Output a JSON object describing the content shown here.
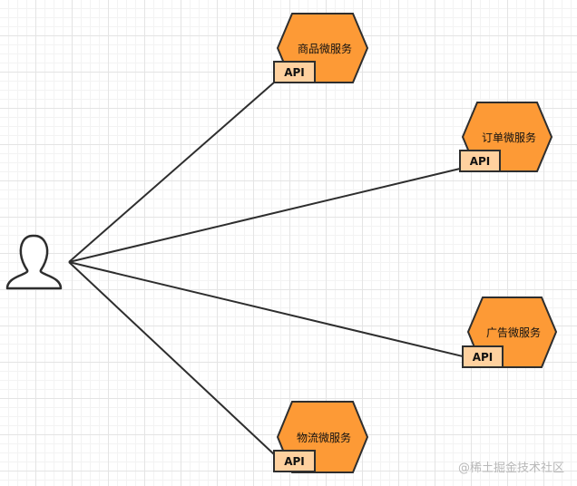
{
  "colors": {
    "service_fill": "#fd9a36",
    "api_fill": "#ffd19f",
    "stroke": "#2e2e2e",
    "connector": "#2e2e2e"
  },
  "user": {
    "icon": "user-icon"
  },
  "services": [
    {
      "id": "product",
      "name": "商品微服务",
      "api_label": "API"
    },
    {
      "id": "order",
      "name": "订单微服务",
      "api_label": "API"
    },
    {
      "id": "ads",
      "name": "广告微服务",
      "api_label": "API"
    },
    {
      "id": "logistics",
      "name": "物流微服务",
      "api_label": "API"
    }
  ],
  "watermark": "@稀土掘金技术社区"
}
